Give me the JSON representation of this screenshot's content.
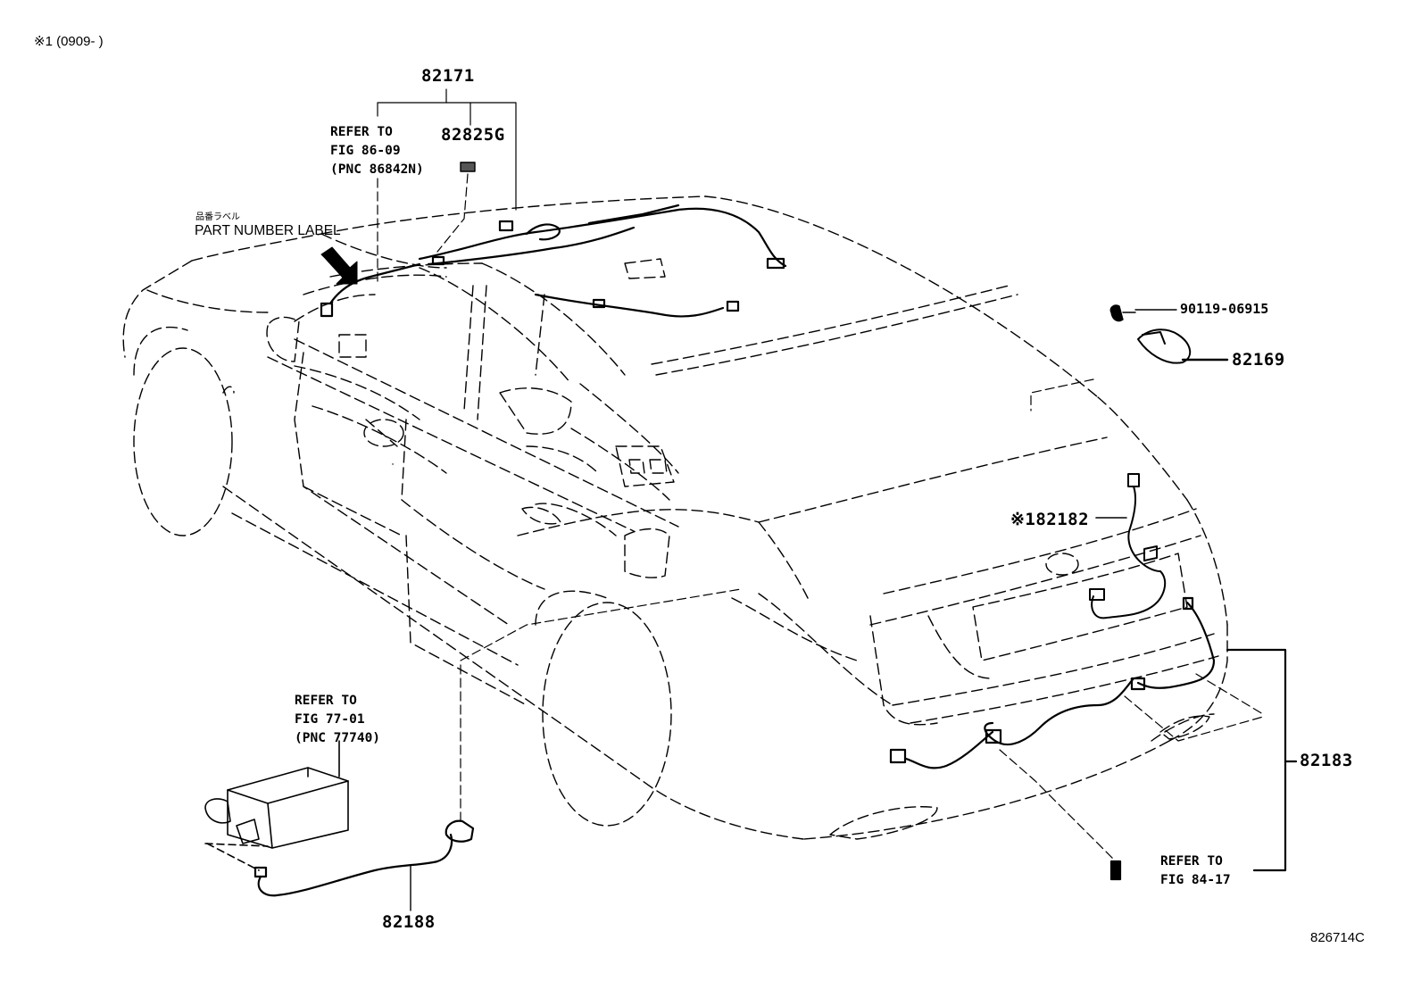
{
  "note": "※1 (0909-      )",
  "labels": {
    "harness_82171": "82171",
    "refer_86_09": {
      "line1": "REFER TO",
      "line2": "FIG 86-09",
      "line3": "(PNC 86842N)"
    },
    "part_82825g": "82825G",
    "jp_label": "品番ラベル",
    "part_number_label": "PART NUMBER LABEL",
    "screw_90119": "90119-06915",
    "part_82169": "82169",
    "part_82182": "※182182",
    "part_82183": "82183",
    "refer_77_01": {
      "line1": "REFER TO",
      "line2": "FIG 77-01",
      "line3": "(PNC 77740)"
    },
    "part_82188": "82188",
    "refer_84_17": {
      "line1": "REFER TO",
      "line2": "FIG 84-17"
    },
    "diagram_code": "826714C"
  }
}
